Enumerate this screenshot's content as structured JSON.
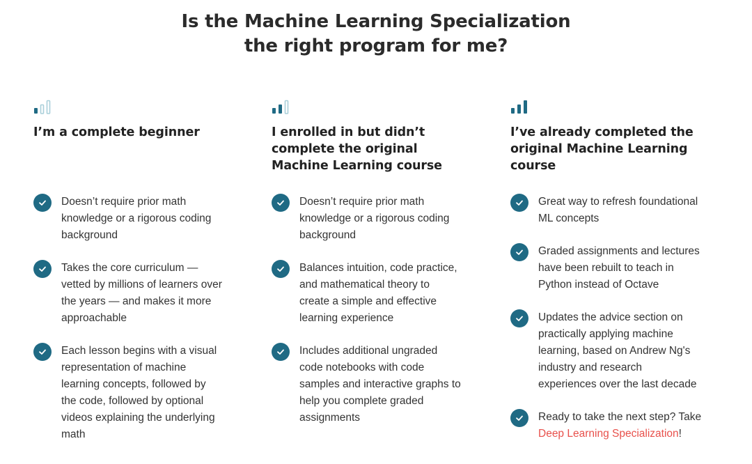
{
  "title": {
    "line1": "Is the Machine Learning Specialization",
    "line2": "the right program for me?"
  },
  "columns": [
    {
      "icon": "signal-bars-level-1-icon",
      "heading_lines": [
        "I’m a complete beginner"
      ],
      "items": [
        {
          "lines": [
            "Doesn’t require prior math",
            "knowledge or a rigorous coding",
            "background"
          ]
        },
        {
          "lines": [
            "Takes the core curriculum —",
            "vetted by millions of learners over",
            "the years — and makes it more",
            "approachable"
          ]
        },
        {
          "lines": [
            "Each lesson begins with a visual",
            "representation of machine",
            "learning concepts, followed by",
            "the code, followed by optional",
            "videos explaining the underlying",
            "math"
          ]
        }
      ]
    },
    {
      "icon": "signal-bars-level-2-icon",
      "heading_lines": [
        "I enrolled in but didn’t",
        "complete the original",
        "Machine Learning course"
      ],
      "items": [
        {
          "lines": [
            "Doesn’t require prior math",
            "knowledge or a rigorous coding",
            "background"
          ]
        },
        {
          "lines": [
            "Balances intuition, code practice,",
            "and mathematical theory to",
            "create a simple and effective",
            "learning experience"
          ]
        },
        {
          "lines": [
            "Includes additional ungraded",
            "code notebooks with code",
            "samples and interactive graphs to",
            "help you complete graded",
            "assignments"
          ]
        }
      ]
    },
    {
      "icon": "signal-bars-level-3-icon",
      "heading_lines": [
        "I’ve already completed the",
        "original Machine Learning",
        "course"
      ],
      "items": [
        {
          "lines": [
            "Great way to refresh foundational",
            "ML concepts"
          ]
        },
        {
          "lines": [
            "Graded assignments and lectures",
            "have been rebuilt to teach in",
            "Python instead of Octave"
          ]
        },
        {
          "lines": [
            "Updates the advice section on",
            "practically applying machine",
            "learning, based on Andrew Ng's",
            "industry and research",
            "experiences over the last decade"
          ]
        }
      ],
      "last_item": {
        "line1": "Ready to take the next step? Take",
        "link": "Deep Learning Specialization",
        "suffix": "!"
      }
    }
  ],
  "colors": {
    "accent": "#1f6a84",
    "icon_light": "#a9cfd9",
    "link": "#e8504b"
  }
}
